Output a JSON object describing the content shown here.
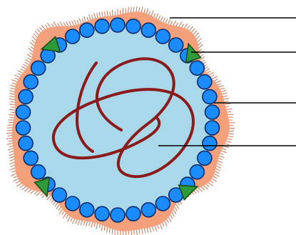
{
  "diagram": {
    "kind": "virus-structure",
    "colors": {
      "background": "#ffffff",
      "envelope": "#f4a07a",
      "envelope_fringe": "#c9704e",
      "capsomere_fill": "#1a8cff",
      "capsomere_stroke": "#0a2a6a",
      "interior": "#a8d8ea",
      "genome_strand": "#8b1a1a",
      "spike_fill": "#2e9a3a",
      "spike_stroke": "#1a4a1a",
      "leader_line": "#000000"
    },
    "parts": [
      {
        "id": "envelope",
        "label": ""
      },
      {
        "id": "spike-glycoprotein",
        "label": ""
      },
      {
        "id": "capsid",
        "label": ""
      },
      {
        "id": "genome",
        "label": ""
      }
    ],
    "capsomere_count": 38,
    "spike_count": 4
  }
}
